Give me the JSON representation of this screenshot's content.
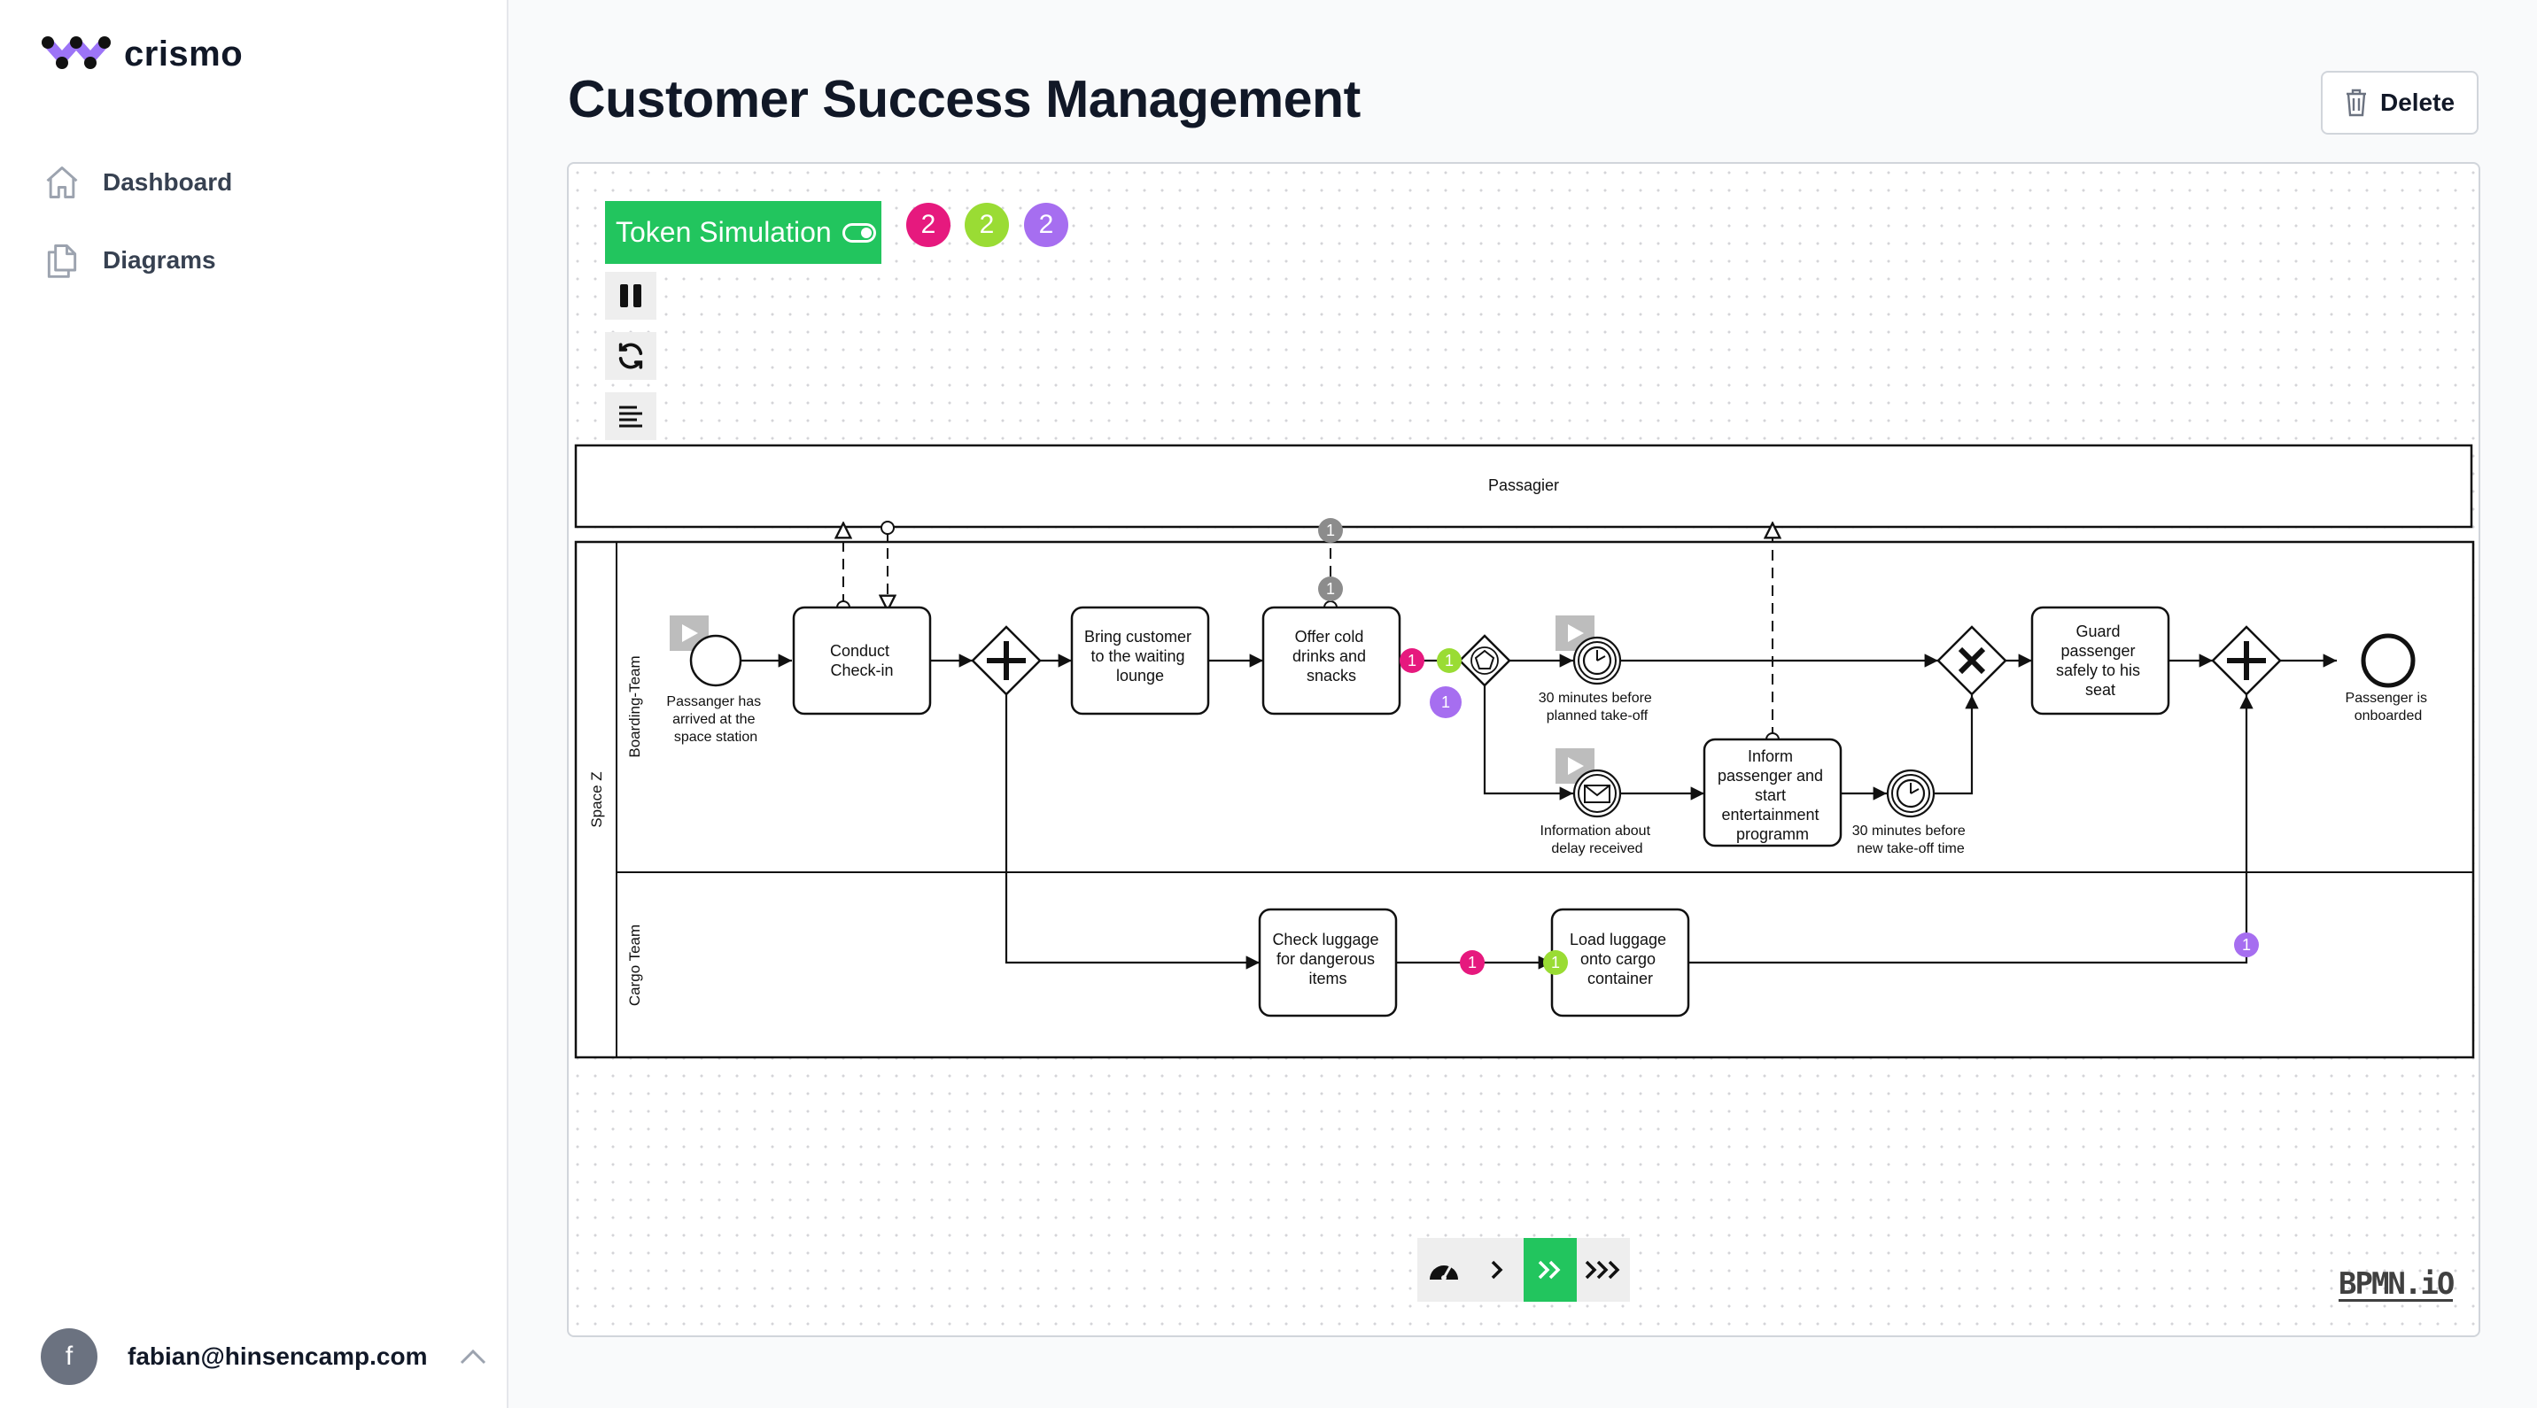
{
  "app": {
    "brand": "crismo",
    "nav": [
      {
        "label": "Dashboard",
        "icon": "home-icon"
      },
      {
        "label": "Diagrams",
        "icon": "documents-icon"
      }
    ],
    "user": {
      "initial": "f",
      "email": "fabian@hinsencamp.com"
    }
  },
  "page": {
    "title": "Customer Success Management",
    "delete_label": "Delete"
  },
  "simulation": {
    "toggle_label": "Token Simulation",
    "token_counts": [
      {
        "value": "2",
        "color": "#e6197e"
      },
      {
        "value": "2",
        "color": "#9adc34"
      },
      {
        "value": "2",
        "color": "#a66ef0"
      }
    ]
  },
  "diagram": {
    "pool_passagier": "Passagier",
    "pool_space": "Space Z",
    "lane_boarding": "Boarding-Team",
    "lane_cargo": "Cargo Team",
    "start_event": "Passanger has arrived at the space station",
    "task_checkin": "Conduct Check-in",
    "task_lounge": "Bring customer to the waiting lounge",
    "task_drinks": "Offer cold drinks and snacks",
    "timer_planned": "30 minutes before planned take-off",
    "message_delay": "Information about delay received",
    "task_inform": "Inform passenger and start entertainment programm",
    "timer_new": "30 minutes before new take-off time",
    "task_guard": "Guard passenger safely to his seat",
    "end_event": "Passenger is onboarded",
    "task_check_luggage": "Check luggage for dangerous items",
    "task_load_luggage": "Load luggage onto cargo container",
    "token_one": "1"
  },
  "footer": {
    "bpmn_logo": "BPMN.iO"
  },
  "colors": {
    "accent_green": "#22c55e",
    "token_pink": "#e6197e",
    "token_lime": "#9adc34",
    "token_purple": "#a66ef0",
    "token_gray": "#8c8c8c"
  }
}
